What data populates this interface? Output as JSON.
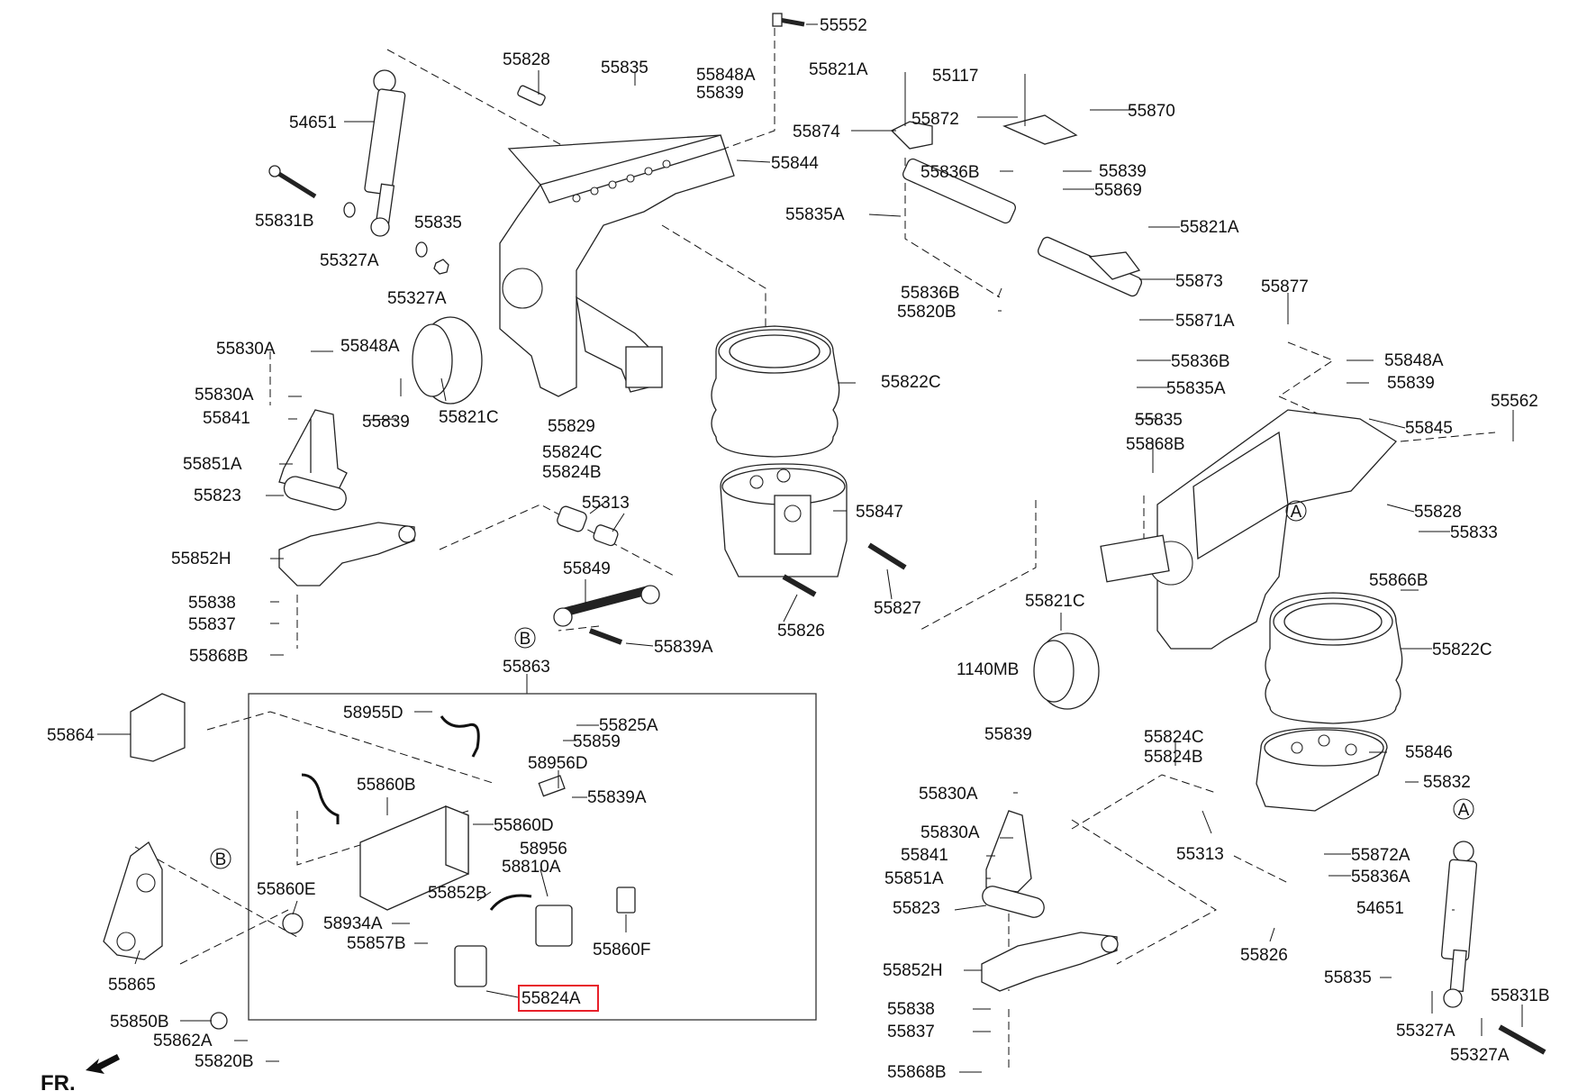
{
  "labels": [
    "55552",
    "55828",
    "55835",
    "55848A",
    "55839",
    "55821A",
    "55117",
    "55870",
    "55874",
    "55872",
    "54651",
    "55844",
    "55836B",
    "55839",
    "55869",
    "55831B",
    "55835",
    "55835A",
    "55821A",
    "55327A",
    "55327A",
    "55873",
    "55877",
    "55836B",
    "55820B",
    "55871A",
    "55830A",
    "55848A",
    "55836B",
    "55848A",
    "55822C",
    "55839",
    "55830A",
    "55835A",
    "55841",
    "55839",
    "55821C",
    "55829",
    "55835",
    "55562",
    "55845",
    "55868B",
    "55851A",
    "55824C",
    "55824B",
    "55823",
    "55313",
    "55847",
    "55828",
    "55833",
    "55852H",
    "55866B",
    "55849",
    "55838",
    "55826",
    "55827",
    "55821C",
    "55837",
    "55839A",
    "55822C",
    "55868B",
    "55863",
    "1140MB",
    "55864",
    "58955D",
    "55825A",
    "55839",
    "55859",
    "58956D",
    "55824C",
    "55824B",
    "55846",
    "55860B",
    "55839A",
    "55832",
    "55830A",
    "55860D",
    "55313",
    "58956",
    "55830A",
    "55872A",
    "55841",
    "58810A",
    "55836A",
    "55851A",
    "55860E",
    "55852B",
    "55823",
    "54651",
    "58934A",
    "55857B",
    "55826",
    "55865",
    "55860F",
    "55852H",
    "55835",
    "55831B",
    "55824A",
    "55838",
    "55850B",
    "55327A",
    "55837",
    "55862A",
    "55327A",
    "55820B",
    "55868B"
  ],
  "callouts": [
    "A",
    "B",
    "B",
    "A"
  ],
  "fr_label": "FR.",
  "highlighted_part": "55824A"
}
